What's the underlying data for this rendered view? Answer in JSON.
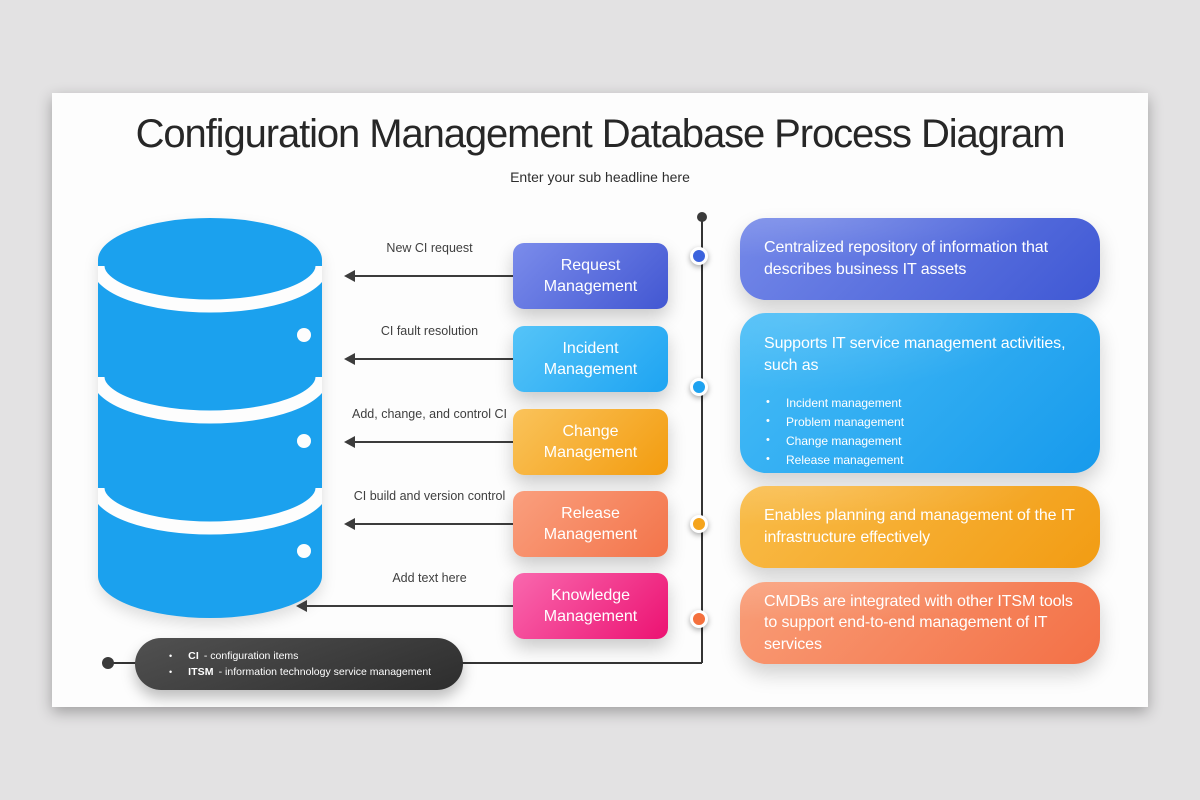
{
  "slide": {
    "title": "Configuration Management Database Process Diagram",
    "subtitle": "Enter your sub headline here"
  },
  "database": {
    "color": "#1BA1EE"
  },
  "process_boxes": [
    {
      "label": "Request Management",
      "arrow_label": "New CI request",
      "from": "#7B8CEB",
      "to": "#4257D2"
    },
    {
      "label": "Incident Management",
      "arrow_label": "CI fault resolution",
      "from": "#55C4F8",
      "to": "#1EA4F2"
    },
    {
      "label": "Change Management",
      "arrow_label": "Add, change, and control CI",
      "from": "#FAC35B",
      "to": "#F39C0F"
    },
    {
      "label": "Release Management",
      "arrow_label": "CI build and version control",
      "from": "#FA9F7E",
      "to": "#F3744A"
    },
    {
      "label": "Knowledge Management",
      "arrow_label": "Add text here",
      "from": "#F968AE",
      "to": "#EC1272"
    }
  ],
  "timeline": {
    "line_color": "#343434",
    "dot_colors": [
      "#3C63DD",
      "#1EA2F0",
      "#F5A41C",
      "#F4703D"
    ]
  },
  "info_cards": [
    {
      "text": "Centralized repository of information that describes business IT assets",
      "from": "#7589E9",
      "to": "#3F58D4"
    },
    {
      "heading": "Supports IT service management activities, such as",
      "bullets": [
        "Incident management",
        "Problem management",
        "Change management",
        "Release management"
      ],
      "from": "#47BDF7",
      "to": "#179AEC"
    },
    {
      "text": "Enables planning and management of the IT infrastructure effectively",
      "from": "#F9BC49",
      "to": "#F29C13"
    },
    {
      "text": "CMDBs are integrated with other ITSM tools to support end-to-end management of IT services",
      "from": "#F99D77",
      "to": "#F37046"
    }
  ],
  "legend": {
    "items": [
      {
        "term": "CI",
        "definition": "- configuration items"
      },
      {
        "term": "ITSM",
        "definition": "- information technology service management"
      }
    ]
  }
}
